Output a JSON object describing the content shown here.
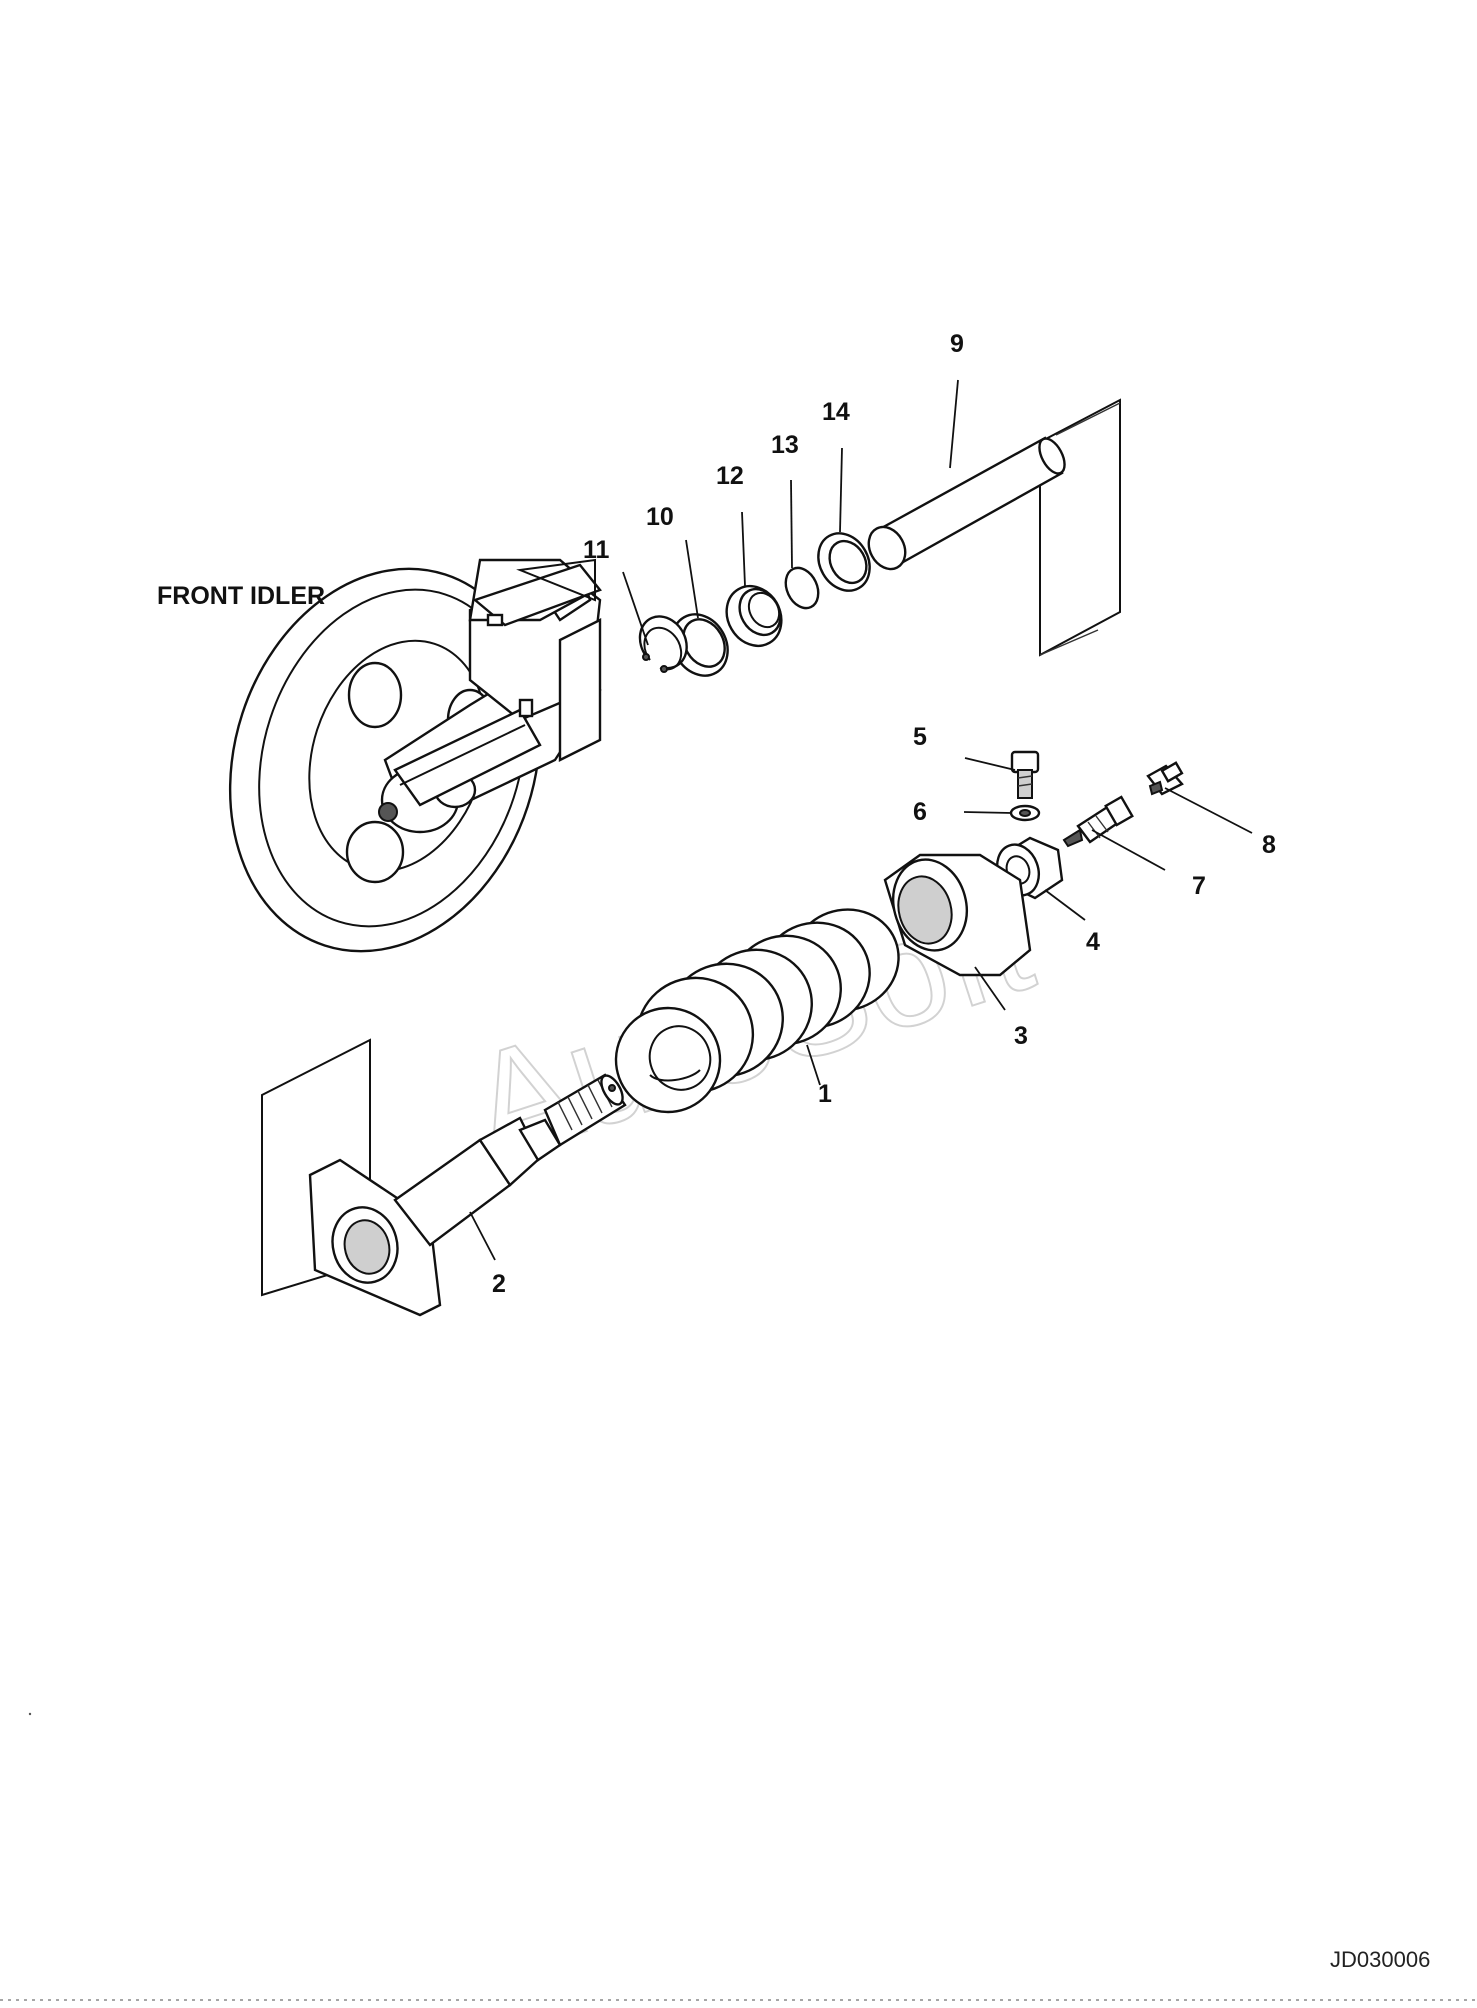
{
  "diagram": {
    "title": "FRONT IDLER",
    "drawing_id": "JD030006",
    "watermark": "AutoSoft",
    "callouts": [
      "1",
      "2",
      "3",
      "4",
      "5",
      "6",
      "7",
      "8",
      "9",
      "10",
      "11",
      "12",
      "13",
      "14"
    ]
  }
}
